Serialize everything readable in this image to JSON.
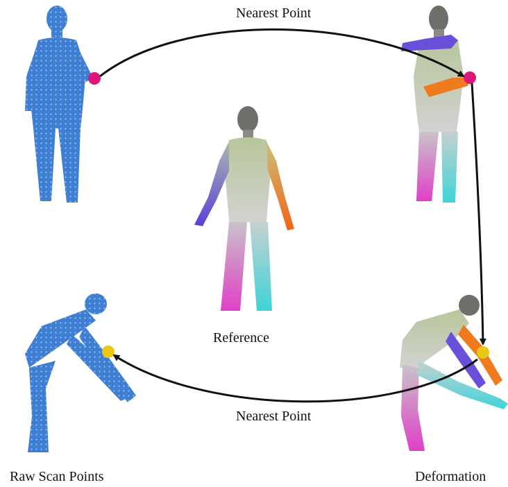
{
  "labels": {
    "top_arrow": "Nearest Point",
    "bottom_arrow": "Nearest Point",
    "reference": "Reference",
    "raw_scan": "Raw Scan Points",
    "deformation": "Deformation"
  },
  "colors": {
    "scan_blue": "#3f7fd3",
    "marker_magenta": "#e0157a",
    "marker_yellow": "#e8c814",
    "arrow": "#111111",
    "skin_gray": "#c8ccc4",
    "head_dark": "#6f6e68",
    "arm_purple": "#6a4fd8",
    "arm_orange": "#f07a1e",
    "leg_magenta": "#d85ad8",
    "leg_cyan": "#4fd7d8"
  }
}
